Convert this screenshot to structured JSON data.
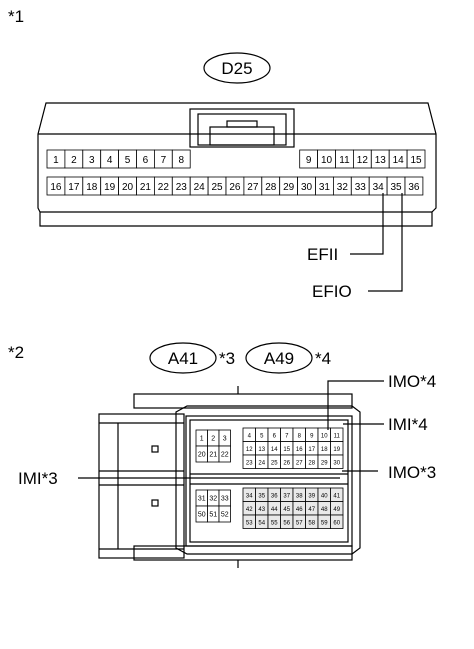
{
  "figure1": {
    "marker": "*1",
    "connector_id": "D25",
    "pins_top_left": [
      "1",
      "2",
      "3",
      "4",
      "5",
      "6",
      "7",
      "8"
    ],
    "pins_top_right": [
      "9",
      "10",
      "11",
      "12",
      "13",
      "14",
      "15"
    ],
    "pins_bottom": [
      "16",
      "17",
      "18",
      "19",
      "20",
      "21",
      "22",
      "23",
      "24",
      "25",
      "26",
      "27",
      "28",
      "29",
      "30",
      "31",
      "32",
      "33",
      "34",
      "35",
      "36"
    ],
    "callouts": [
      {
        "label": "EFII",
        "pin": "34"
      },
      {
        "label": "EFIO",
        "pin": "35"
      }
    ]
  },
  "figure2": {
    "marker": "*2",
    "connector_ids": [
      {
        "id": "A41",
        "note": "*3"
      },
      {
        "id": "A49",
        "note": "*4"
      }
    ],
    "small_block_top": [
      "1",
      "2",
      "3",
      "20",
      "21",
      "22"
    ],
    "small_block_bottom": [
      "31",
      "32",
      "33",
      "50",
      "51",
      "52"
    ],
    "large_block_top": [
      "4",
      "5",
      "6",
      "7",
      "8",
      "9",
      "10",
      "11",
      "12",
      "13",
      "14",
      "15",
      "16",
      "17",
      "18",
      "19",
      "23",
      "24",
      "25",
      "26",
      "27",
      "28",
      "29",
      "30"
    ],
    "large_block_bottom": [
      "34",
      "35",
      "36",
      "37",
      "38",
      "39",
      "40",
      "41",
      "42",
      "43",
      "44",
      "45",
      "46",
      "47",
      "48",
      "49",
      "53",
      "54",
      "55",
      "56",
      "57",
      "58",
      "59",
      "60"
    ],
    "callouts": [
      {
        "label": "IMO*4"
      },
      {
        "label": "IMI*4"
      },
      {
        "label": "IMI*3"
      },
      {
        "label": "IMO*3"
      }
    ]
  }
}
